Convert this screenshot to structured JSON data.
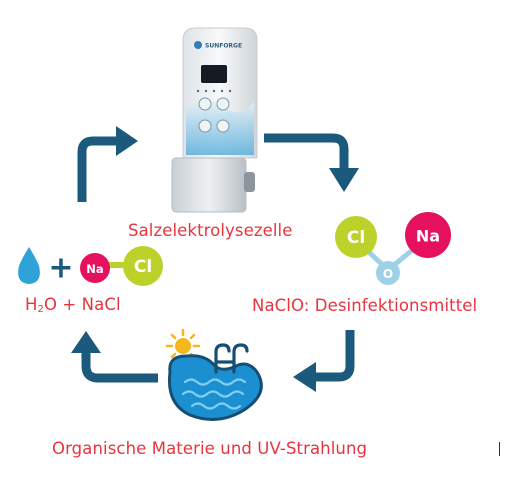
{
  "labels": {
    "cell": "Salzelektrolysezelle",
    "water_pre": "H",
    "water_sub": "2",
    "water_post": "O + NaCl",
    "naclo": "NaClO: Desinfektionsmittel",
    "organic": "Organische Materie und UV-Strahlung"
  },
  "device": {
    "brand": "SUNFORGE"
  },
  "atoms": {
    "na": "Na",
    "cl": "Cl",
    "o": "O"
  },
  "operators": {
    "plus": "+"
  },
  "colors": {
    "label_red": "#e8343f",
    "arrow_blue": "#1b5a7d",
    "na_magenta": "#e5105e",
    "cl_lime": "#bcd22a",
    "o_lightblue": "#9ed0e6",
    "water_blue": "#2fa3d8",
    "pool_blue": "#1b8fd0",
    "sun_yellow": "#f5b71c"
  },
  "icons": [
    "water-drop-icon",
    "sun-icon",
    "swimming-pool-icon",
    "electrolysis-device-icon"
  ]
}
